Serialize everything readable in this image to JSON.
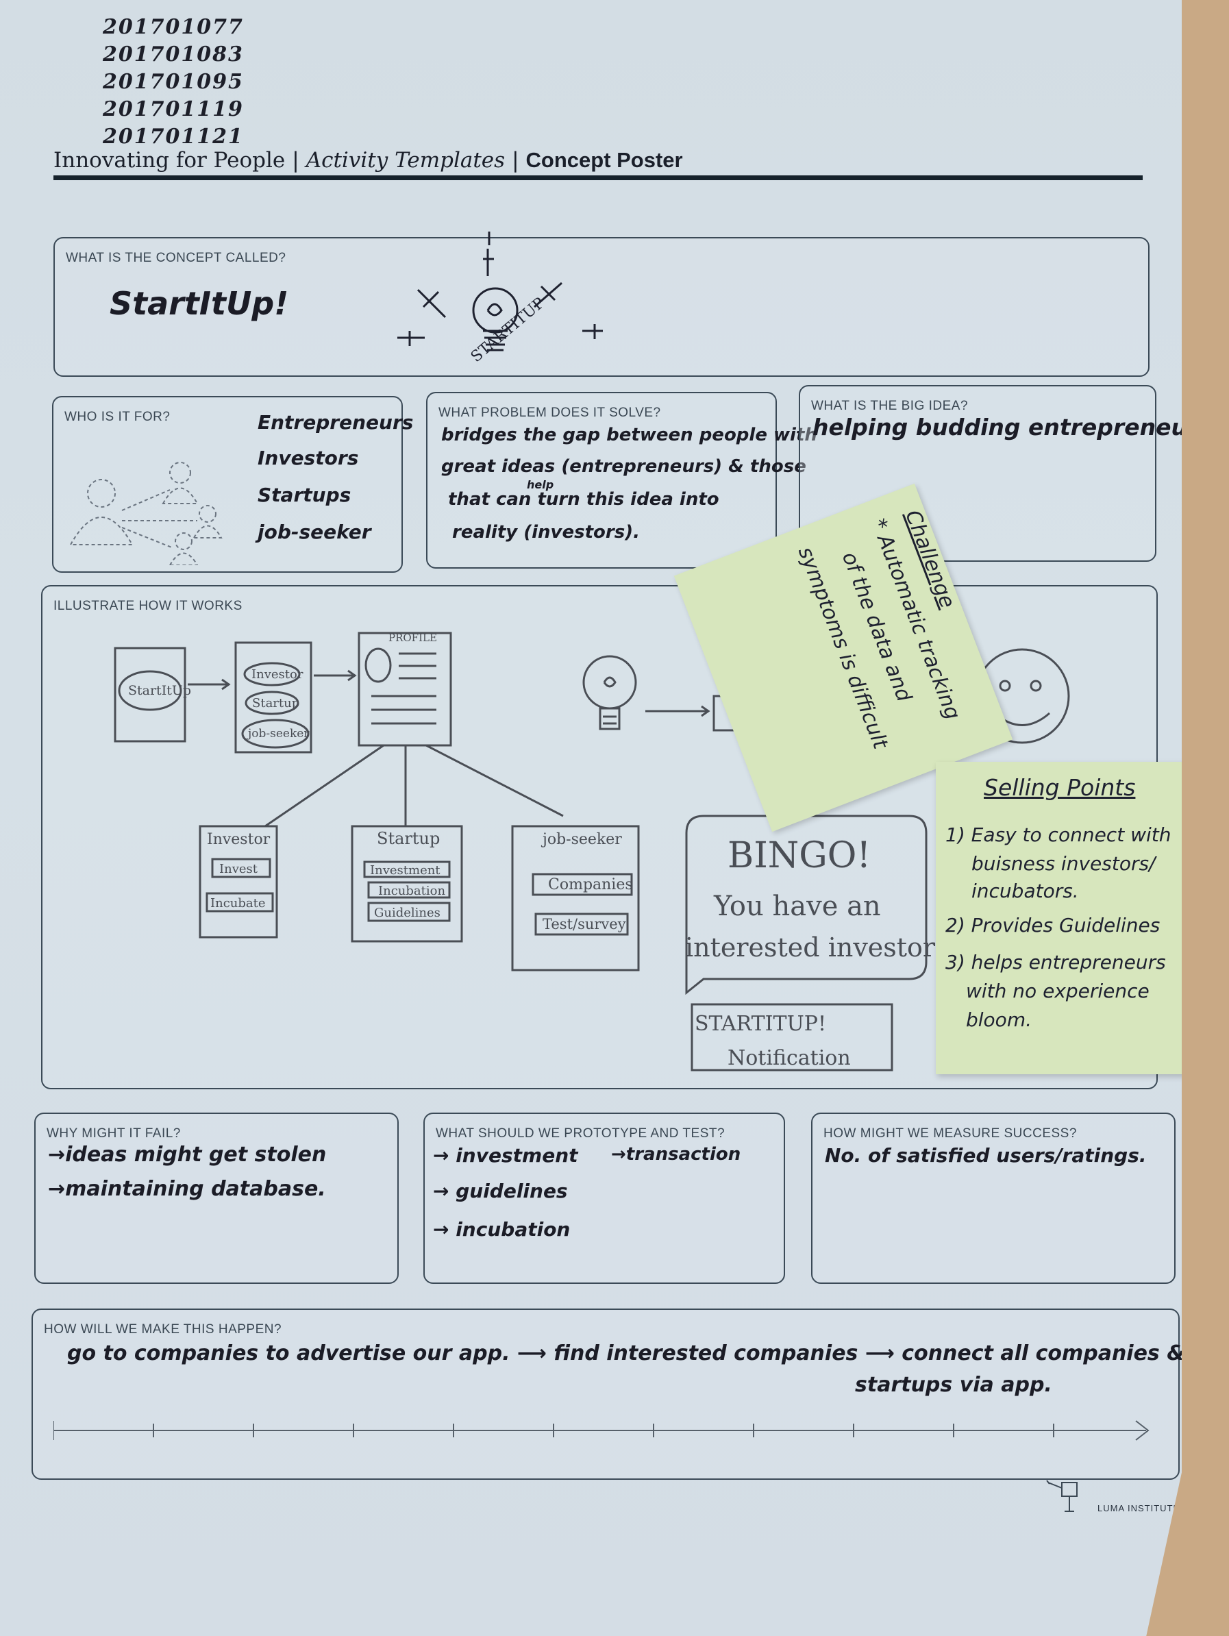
{
  "student_ids": [
    "201701077",
    "201701083",
    "201701095",
    "201701119",
    "201701121"
  ],
  "header": {
    "part1": "Innovating for People",
    "part2": "Activity Templates",
    "part3": "Concept Poster",
    "separator": "|"
  },
  "concept": {
    "label": "WHAT IS THE CONCEPT CALLED?",
    "value": "StartItUp!",
    "logo_text": "STARTITUP"
  },
  "who_for": {
    "label": "WHO IS IT FOR?",
    "items": [
      "Entrepreneurs",
      "Investors",
      "Startups",
      "job-seeker"
    ]
  },
  "problem": {
    "label": "WHAT PROBLEM DOES IT SOLVE?",
    "lines": [
      "bridges the gap between people with",
      "great ideas (entrepreneurs) & those",
      "that can turn this idea into",
      "reality (investors)."
    ],
    "insert": "help"
  },
  "big_idea": {
    "label": "WHAT IS THE BIG IDEA?",
    "value": "helping budding entrepreneurs"
  },
  "illustrate": {
    "label": "ILLUSTRATE HOW IT WORKS",
    "screen1": "StartItUp",
    "screen2": [
      "Investor",
      "Startup",
      "job-seeker"
    ],
    "profile": "PROFILE",
    "investor_title": "Investor",
    "investor_items": [
      "Invest",
      "Incubate"
    ],
    "startup_title": "Startup",
    "startup_items": [
      "Investment",
      "Incubation",
      "Guidelines"
    ],
    "jobseeker_title": "job-seeker",
    "jobseeker_items": [
      "Companies",
      "Test/survey"
    ],
    "bubble_title": "BINGO!",
    "bubble_lines": [
      "You have an",
      "interested investor"
    ],
    "notif_title": "STARTITUP!",
    "notif_sub": "Notification"
  },
  "sticky_challenge": {
    "title": "Challenge",
    "lines": [
      "* Automatic tracking",
      "of the data and",
      "symptoms is difficult"
    ]
  },
  "sticky_selling": {
    "title": "Selling Points",
    "lines": [
      "1) Easy to connect with",
      "buisness investors/",
      "incubators.",
      "2) Provides Guidelines",
      "3) helps entrepreneurs",
      "with no experience",
      "bloom."
    ]
  },
  "fail": {
    "label": "WHY MIGHT IT FAIL?",
    "lines": [
      "→ideas might get stolen",
      "→maintaining database."
    ]
  },
  "prototype": {
    "label": "WHAT SHOULD WE PROTOTYPE AND TEST?",
    "lines": [
      "→ investment",
      "→ guidelines",
      "→ incubation"
    ],
    "extra": "→transaction"
  },
  "measure": {
    "label": "HOW MIGHT WE MEASURE SUCCESS?",
    "value": "No. of satisfied users/ratings."
  },
  "happen": {
    "label": "HOW WILL WE MAKE THIS HAPPEN?",
    "line1": "go to companies to advertise our app. ⟶ find interested companies ⟶ connect all companies &",
    "line2": "startups via app."
  },
  "footer": {
    "brand": "LUMA INSTITUTE"
  }
}
